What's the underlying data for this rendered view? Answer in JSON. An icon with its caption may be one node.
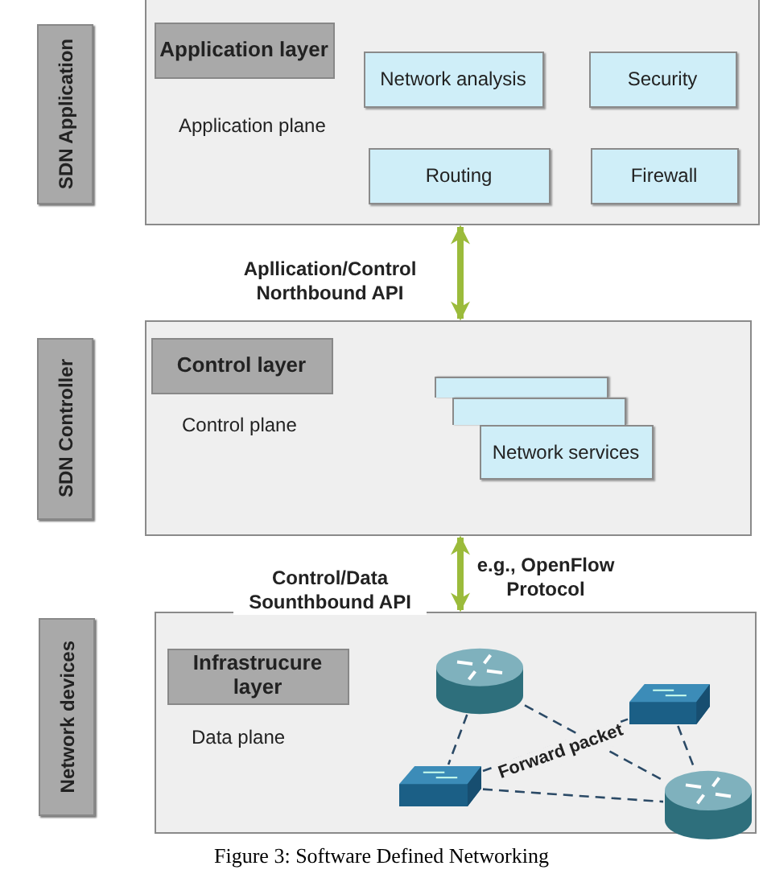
{
  "diagram": {
    "caption": "Figure 3: Software Defined Networking",
    "nodes": [
      {
        "text": [
          "Application plane"
        ]
      },
      {
        "text": [
          "Application layer"
        ],
        "in": 0
      },
      {
        "text": [
          "Network analysis"
        ],
        "in": 0
      },
      {
        "text": [
          "Security"
        ],
        "in": 0
      },
      {
        "text": [
          "Routing"
        ],
        "in": 0
      },
      {
        "text": [
          "Firewall"
        ],
        "in": 0
      },
      {
        "text": [
          "SDN Application"
        ]
      },
      {
        "text": [
          "Control plane"
        ]
      },
      {
        "text": [
          "Control layer"
        ],
        "in": 7
      },
      {
        "text": [],
        "shape": "box",
        "in": 7
      },
      {
        "text": [],
        "shape": "box",
        "in": 7
      },
      {
        "text": [
          "Network services"
        ],
        "in": 7
      },
      {
        "text": [
          "SDN Controller"
        ]
      },
      {
        "text": [
          "Data plane"
        ]
      },
      {
        "text": [
          "Infrastrucure layer"
        ],
        "in": 13
      },
      {
        "text": [],
        "shape": "picture",
        "in": 13
      },
      {
        "text": [],
        "shape": "picture",
        "in": 13
      },
      {
        "text": [],
        "shape": "picture",
        "in": 13
      },
      {
        "text": [],
        "shape": "picture",
        "in": 13
      },
      {
        "text": [
          "Network devices"
        ]
      }
    ],
    "edges": [
      {
        "from": 0,
        "to": 7,
        "arrow": "both",
        "label": "Apllication/Control Northbound API",
        "style": "thick",
        "color": "#9bbb3b"
      },
      {
        "from": 7,
        "to": 13,
        "arrow": "both",
        "label": "Control/Data Sounthbound API",
        "style": "thick",
        "color": "#9bbb3b"
      },
      {
        "from": 15,
        "to": 17,
        "arrow": "none",
        "style": "dashed"
      },
      {
        "from": 15,
        "to": 18,
        "arrow": "none",
        "style": "dashed"
      },
      {
        "from": 16,
        "to": 17,
        "arrow": "none",
        "style": "dashed",
        "label": "Forward packet"
      },
      {
        "from": 16,
        "to": 18,
        "arrow": "none",
        "style": "dashed"
      },
      {
        "from": 17,
        "to": 18,
        "arrow": "none",
        "style": "dashed"
      }
    ],
    "labels": [
      "e.g., OpenFlow Protocol"
    ]
  }
}
